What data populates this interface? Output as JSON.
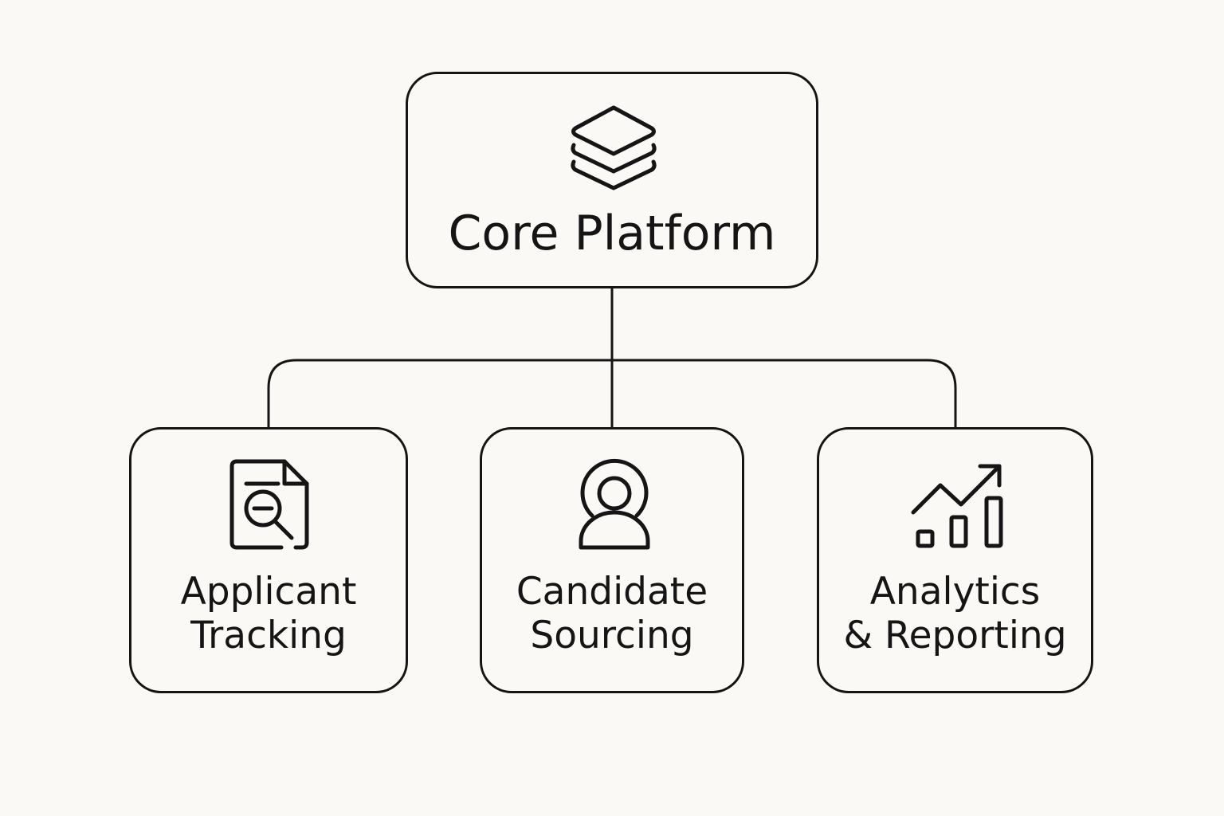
{
  "diagram": {
    "root": {
      "label": "Core Platform",
      "icon": "layers-icon"
    },
    "children": [
      {
        "lines": [
          "Applicant",
          "Tracking"
        ],
        "icon": "document-search-icon"
      },
      {
        "lines": [
          "Candidate",
          "Sourcing"
        ],
        "icon": "user-profile-icon"
      },
      {
        "lines": [
          "Analytics",
          "& Reporting"
        ],
        "icon": "analytics-chart-icon"
      }
    ]
  },
  "colors": {
    "background": "#fbf9f5",
    "stroke": "#151515"
  }
}
